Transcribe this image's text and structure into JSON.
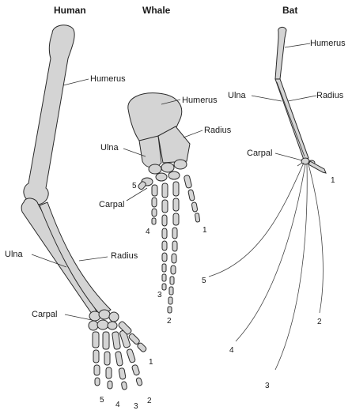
{
  "titles": {
    "human": "Human",
    "whale": "Whale",
    "bat": "Bat"
  },
  "human": {
    "humerus": "Humerus",
    "ulna": "Ulna",
    "radius": "Radius",
    "carpal": "Carpal",
    "digits": [
      "1",
      "2",
      "3",
      "4",
      "5"
    ]
  },
  "whale": {
    "humerus": "Humerus",
    "radius": "Radius",
    "ulna": "Ulna",
    "carpal": "Carpal",
    "digits": [
      "1",
      "2",
      "3",
      "4",
      "5"
    ]
  },
  "bat": {
    "humerus": "Humerus",
    "ulna": "Ulna",
    "radius": "Radius",
    "carpal": "Carpal",
    "digits": [
      "1",
      "2",
      "3",
      "4",
      "5"
    ]
  },
  "colors": {
    "bone": "#d4d4d4",
    "outline": "#2a2a2a"
  }
}
